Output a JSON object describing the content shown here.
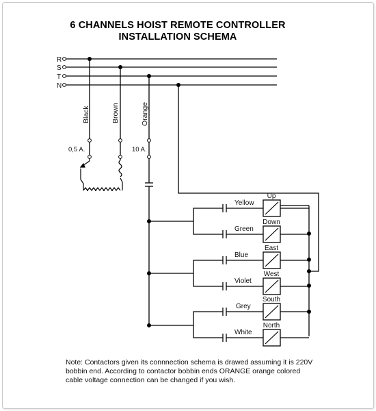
{
  "title": {
    "line1": "6 CHANNELS HOIST REMOTE CONTROLLER",
    "line2": "INSTALLATION SCHEMA"
  },
  "bus_lines": [
    "R",
    "S",
    "T",
    "N"
  ],
  "cables": [
    {
      "color": "Black",
      "fuse": "0,5 A."
    },
    {
      "color": "Brown",
      "fuse": ""
    },
    {
      "color": "Orange",
      "fuse": "10 A."
    }
  ],
  "channels": [
    {
      "wire": "Yellow",
      "direction": "Up"
    },
    {
      "wire": "Green",
      "direction": "Down"
    },
    {
      "wire": "Blue",
      "direction": "East"
    },
    {
      "wire": "Violet",
      "direction": "West"
    },
    {
      "wire": "Grey",
      "direction": "South"
    },
    {
      "wire": "White",
      "direction": "North"
    }
  ],
  "note": {
    "lines": [
      "Note: Contactors given its connnection schema is drawed assuming  it is 220V",
      "bobbin end. According to contactor bobbin ends  ORANGE orange colored",
      "cable voltage connection can be changed if you wish."
    ]
  }
}
